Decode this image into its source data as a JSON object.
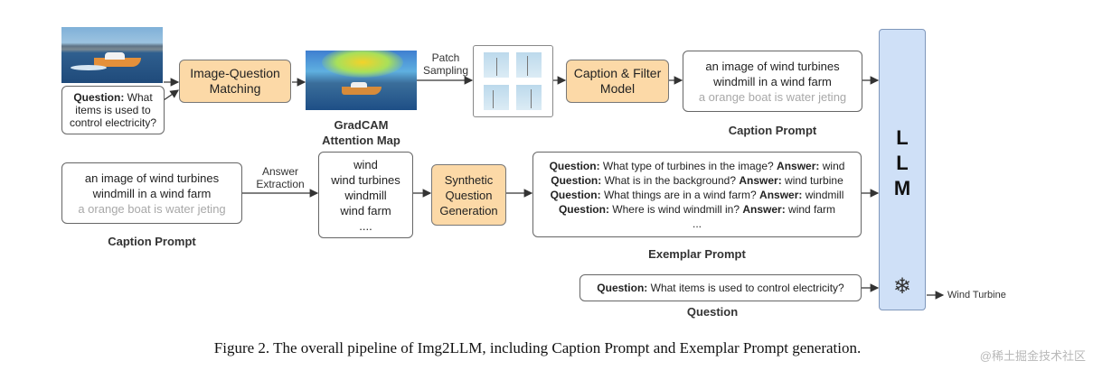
{
  "top": {
    "question_box": {
      "q_label": "Question:",
      "q_text_1": "What",
      "q_text_2": "items is used to",
      "q_text_3": "control electricity?"
    },
    "matching_box": {
      "line1": "Image-Question",
      "line2": "Matching"
    },
    "gradcam_caption": {
      "line1": "GradCAM",
      "line2": "Attention Map"
    },
    "patch_label": {
      "line1": "Patch",
      "line2": "Sampling"
    },
    "caption_filter_box": {
      "line1": "Caption & Filter",
      "line2": "Model"
    },
    "caption_box": {
      "line1": "an image of wind turbines",
      "line2": "windmill in a wind farm",
      "line3": "a orange boat is water jeting"
    },
    "caption_prompt_label": "Caption Prompt"
  },
  "middle": {
    "caption_box": {
      "line1": "an image of wind turbines",
      "line2": "windmill in a wind farm",
      "line3": "a orange boat is water jeting"
    },
    "caption_prompt_label": "Caption Prompt",
    "answer_label": {
      "line1": "Answer",
      "line2": "Extraction"
    },
    "answers": [
      "wind",
      "wind turbines",
      "windmill",
      "wind farm",
      "...."
    ],
    "synthetic_box": {
      "line1": "Synthetic",
      "line2": "Question",
      "line3": "Generation"
    },
    "exemplars": [
      {
        "q": "Question:",
        "qt": "What type of turbines in the image?",
        "a": "Answer:",
        "at": "wind"
      },
      {
        "q": "Question:",
        "qt": "What is in the background?",
        "a": "Answer:",
        "at": "wind turbine"
      },
      {
        "q": "Question:",
        "qt": "What things are in a wind farm?",
        "a": "Answer:",
        "at": "windmill"
      },
      {
        "q": "Question:",
        "qt": "Where is wind  windmill in?",
        "a": "Answer:",
        "at": "wind farm"
      }
    ],
    "exemplar_ellipsis": "...",
    "exemplar_prompt_label": "Exemplar Prompt"
  },
  "bottom": {
    "question_box": {
      "q_label": "Question:",
      "q_text": "What items is used to control electricity?"
    },
    "question_label": "Question"
  },
  "llm": {
    "letters": [
      "L",
      "L",
      "M"
    ],
    "frozen_icon": "snowflake-icon"
  },
  "output_label": "Wind Turbine",
  "figure_caption": "Figure 2. The overall pipeline of Img2LLM, including Caption Prompt and Exemplar Prompt generation.",
  "watermark": "@稀土掘金技术社区",
  "colors": {
    "orange_box": "#fcd9a7",
    "llm_box": "#cfe0f7"
  }
}
